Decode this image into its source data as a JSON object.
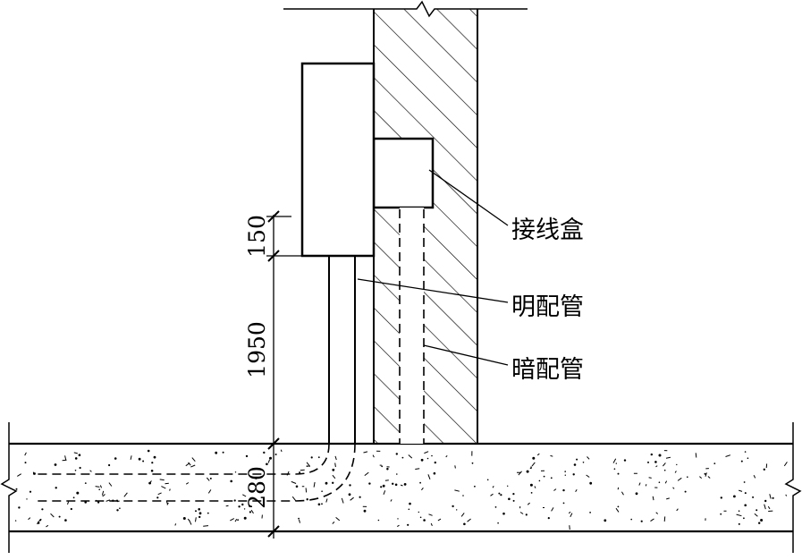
{
  "labels": {
    "junction_box": "接线盒",
    "surface_conduit": "明配管",
    "concealed_conduit": "暗配管"
  },
  "dimensions": {
    "box_gap": "150",
    "box_height": "1950",
    "slab_thickness": "280"
  },
  "colors": {
    "ink": "#000000",
    "background": "#ffffff"
  }
}
